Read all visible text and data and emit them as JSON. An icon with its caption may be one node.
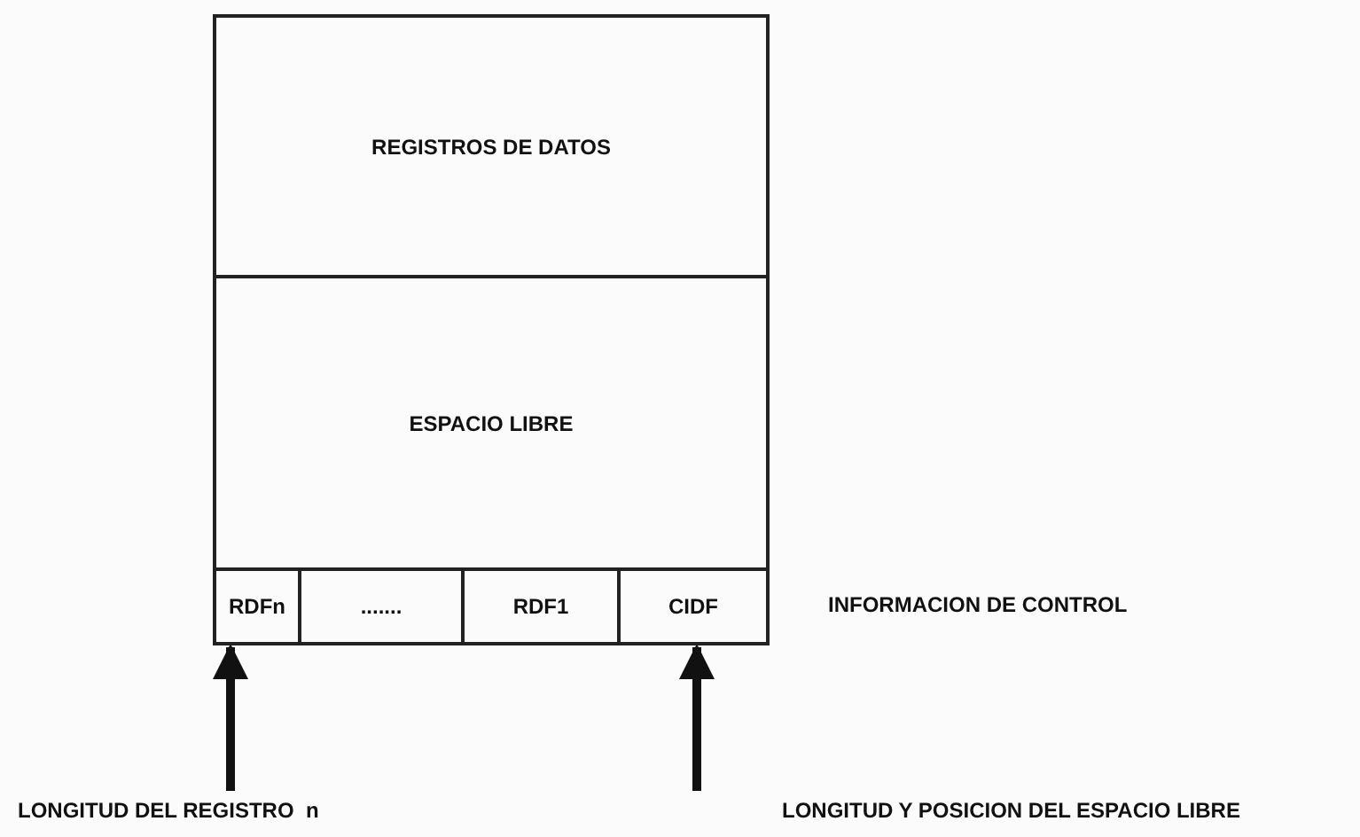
{
  "diagram": {
    "nodes": [
      {
        "text": [
          "REGISTROS DE DATOS"
        ]
      },
      {
        "text": [
          "ESPACIO LIBRE"
        ]
      },
      {
        "text": [
          "RDFn"
        ]
      },
      {
        "text": [
          "......."
        ]
      },
      {
        "text": [
          "RDF1"
        ]
      },
      {
        "text": [
          "CIDF"
        ]
      },
      {
        "text": [
          "LONGITUD DEL REGISTRO  n"
        ]
      },
      {
        "text": [
          "LONGITUD Y POSICION DEL ESPACIO LIBRE"
        ]
      }
    ],
    "edges": [
      {
        "from": 6,
        "to": 2,
        "arrow": "to"
      },
      {
        "from": 7,
        "to": 5,
        "arrow": "to"
      }
    ],
    "labels": [
      "INFORMACION DE CONTROL"
    ]
  }
}
